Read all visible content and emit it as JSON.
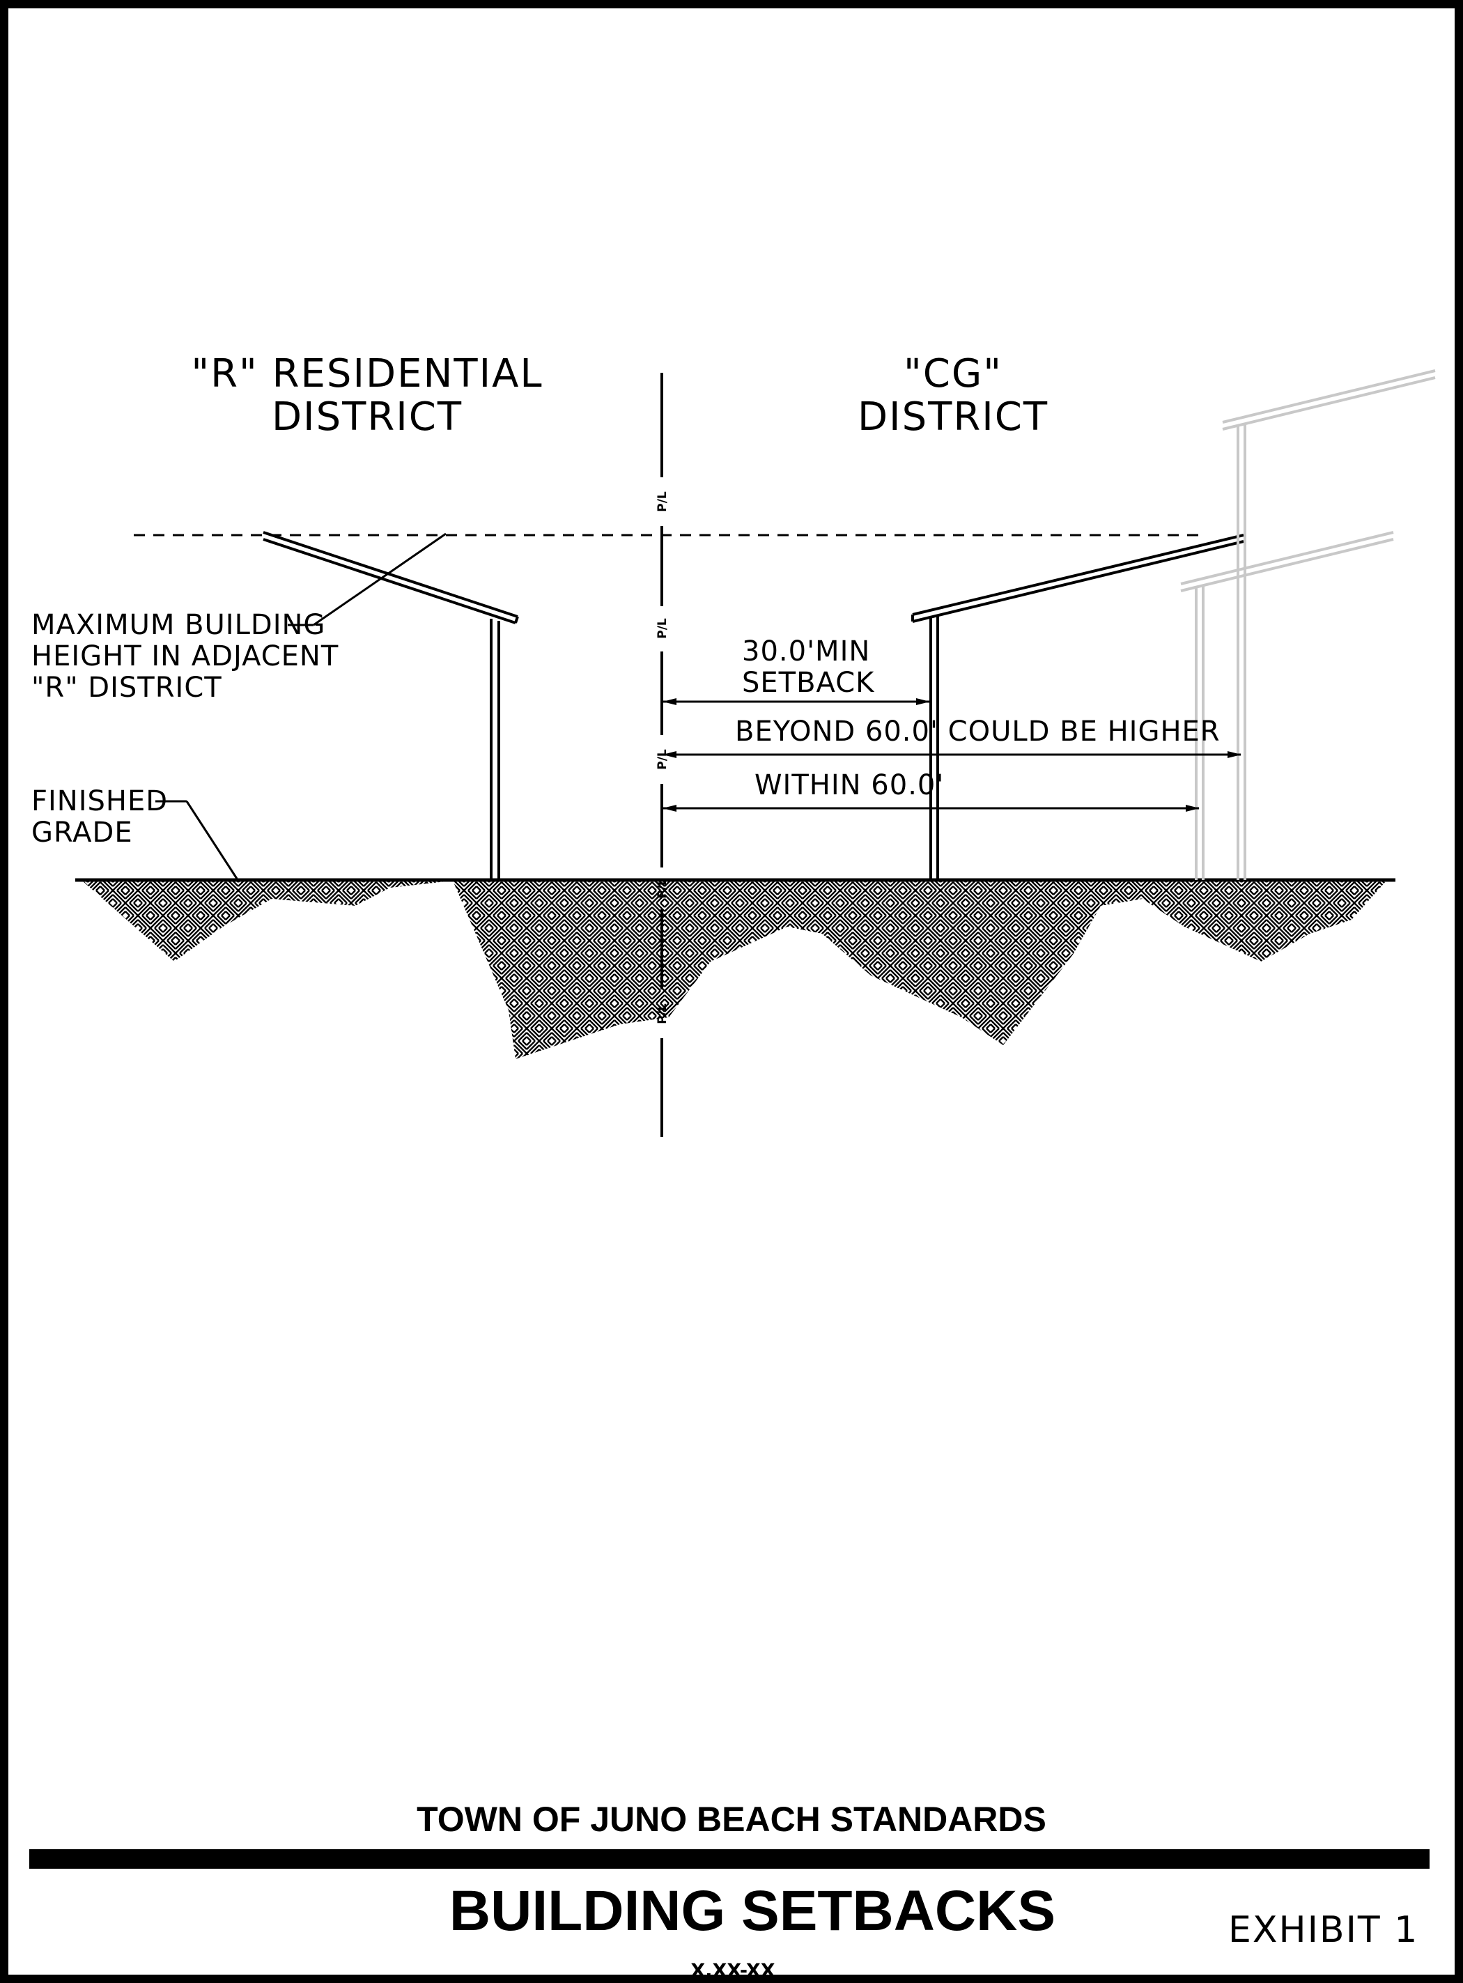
{
  "labels": {
    "r_district": [
      "\"R\"  RESIDENTIAL",
      "DISTRICT"
    ],
    "cg_district": [
      "\"CG\"",
      "DISTRICT"
    ],
    "max_height": [
      "MAXIMUM  BUILDING",
      "HEIGHT  IN  ADJACENT",
      "\"R\"  DISTRICT"
    ],
    "finished_grade": [
      "FINISHED",
      "GRADE"
    ],
    "setback": [
      "30.0'MIN",
      "SETBACK"
    ],
    "beyond": "BEYOND  60.0'  COULD  BE  HIGHER",
    "within": "WITHIN  60.0'",
    "property_line": "P/L"
  },
  "title_block": {
    "standards": "TOWN OF JUNO BEACH STANDARDS",
    "title": "BUILDING SETBACKS",
    "exhibit": "EXHIBIT  1",
    "code": "X.XX-XX"
  },
  "colors": {
    "line": "#000000",
    "ghost_building": "#c8c8c8",
    "background": "#ffffff"
  }
}
